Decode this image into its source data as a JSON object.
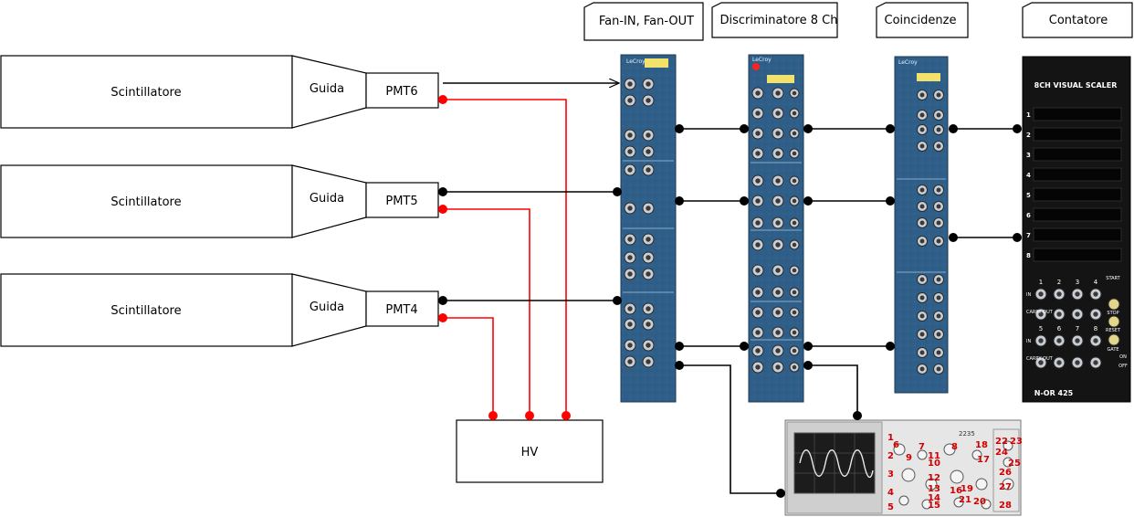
{
  "scintillators": [
    {
      "label": "Scintillatore",
      "guide": "Guida",
      "pmt": "PMT6"
    },
    {
      "label": "Scintillatore",
      "guide": "Guida",
      "pmt": "PMT5"
    },
    {
      "label": "Scintillatore",
      "guide": "Guida",
      "pmt": "PMT4"
    }
  ],
  "hv": {
    "label": "HV"
  },
  "modules": {
    "fanin": {
      "title": "Fan-IN, Fan-OUT",
      "brand": "LeCroy"
    },
    "discr": {
      "title": "Discriminatore 8 Ch",
      "brand": "LeCroy"
    },
    "coinc": {
      "title": "Coincidenze",
      "brand": "LeCroy"
    },
    "scaler": {
      "title": "Contatore",
      "name": "8CH VISUAL SCALER",
      "model": "N-OR 425",
      "channels": [
        "1",
        "2",
        "3",
        "4",
        "5",
        "6",
        "7",
        "8"
      ],
      "cols": [
        "1",
        "2",
        "3",
        "4",
        "5",
        "6",
        "7",
        "8"
      ],
      "row_labels": [
        "IN",
        "CARRY OUT",
        "IN",
        "CARRY OUT"
      ],
      "buttons": [
        "START",
        "STOP",
        "RESET",
        "GATE",
        "ON",
        "OFF"
      ]
    }
  },
  "oscilloscope": {
    "model": "2235",
    "callouts": [
      "1",
      "2",
      "3",
      "4",
      "5",
      "6",
      "7",
      "8",
      "9",
      "10",
      "11",
      "12",
      "13",
      "14",
      "15",
      "16",
      "17",
      "18",
      "19",
      "20",
      "21",
      "22",
      "23",
      "24",
      "25",
      "26",
      "27",
      "28"
    ]
  },
  "colors": {
    "hv_cable": "#ff0000",
    "signal_cable": "#000000",
    "module_blue": "#2e5f8a"
  }
}
